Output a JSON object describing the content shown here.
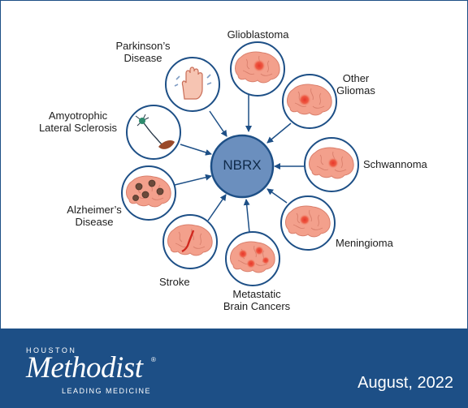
{
  "center": "NBRX",
  "labels": {
    "glioblastoma": "Glioblastoma",
    "other_gliomas": "Other\nGliomas",
    "schwannoma": "Schwannoma",
    "meningioma": "Meningioma",
    "metastatic": "Metastatic\nBrain Cancers",
    "stroke": "Stroke",
    "alzheimers": "Alzheimer’s\nDisease",
    "als": "Amyotrophic\nLateral Sclerosis",
    "parkinsons": "Parkinson’s\nDisease"
  },
  "footer": {
    "logo_top": "HOUSTON",
    "logo_main": "Methodist",
    "logo_reg": "®",
    "logo_tag": "LEADING MEDICINE",
    "date": "August, 2022"
  },
  "colors": {
    "brand_blue": "#1d4f86",
    "center_fill": "#6b8fbe",
    "brain_pink": "#f3a08c",
    "lesion_red": "#e8362b"
  }
}
